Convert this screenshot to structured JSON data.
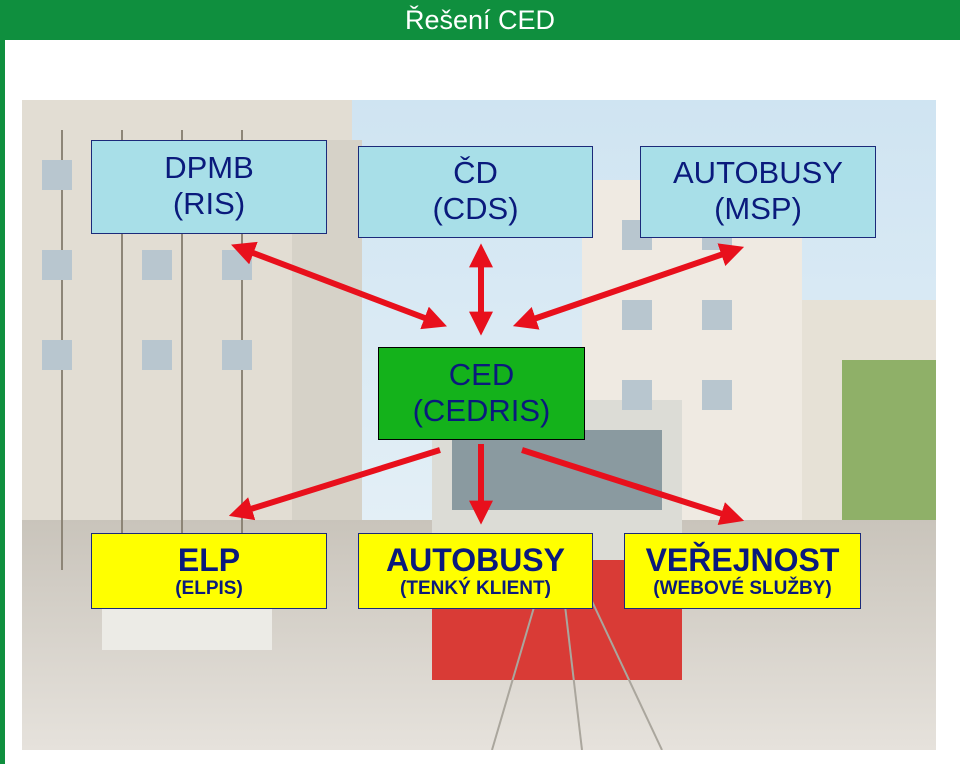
{
  "header": {
    "title": "Řešení CED",
    "color": "#0f8f3e"
  },
  "diagram": {
    "top": [
      {
        "line1": "DPMB",
        "line2": "(RIS)"
      },
      {
        "line1": "ČD",
        "line2": "(CDS)"
      },
      {
        "line1": "AUTOBUSY",
        "line2": "(MSP)"
      }
    ],
    "center": {
      "line1": "CED",
      "line2": "(CEDRIS)"
    },
    "bottom": [
      {
        "line1": "ELP",
        "line2": "(ELPIS)"
      },
      {
        "line1": "AUTOBUSY",
        "line2": "(TENKÝ KLIENT)"
      },
      {
        "line1": "VEŘEJNOST",
        "line2": "(WEBOVÉ SLUŽBY)"
      }
    ],
    "colors": {
      "top_fill": "#a8dfe8",
      "center_fill": "#14b21b",
      "bottom_fill": "#ffff00",
      "arrow": "#e8101c",
      "text": "#0a1a7c"
    }
  }
}
